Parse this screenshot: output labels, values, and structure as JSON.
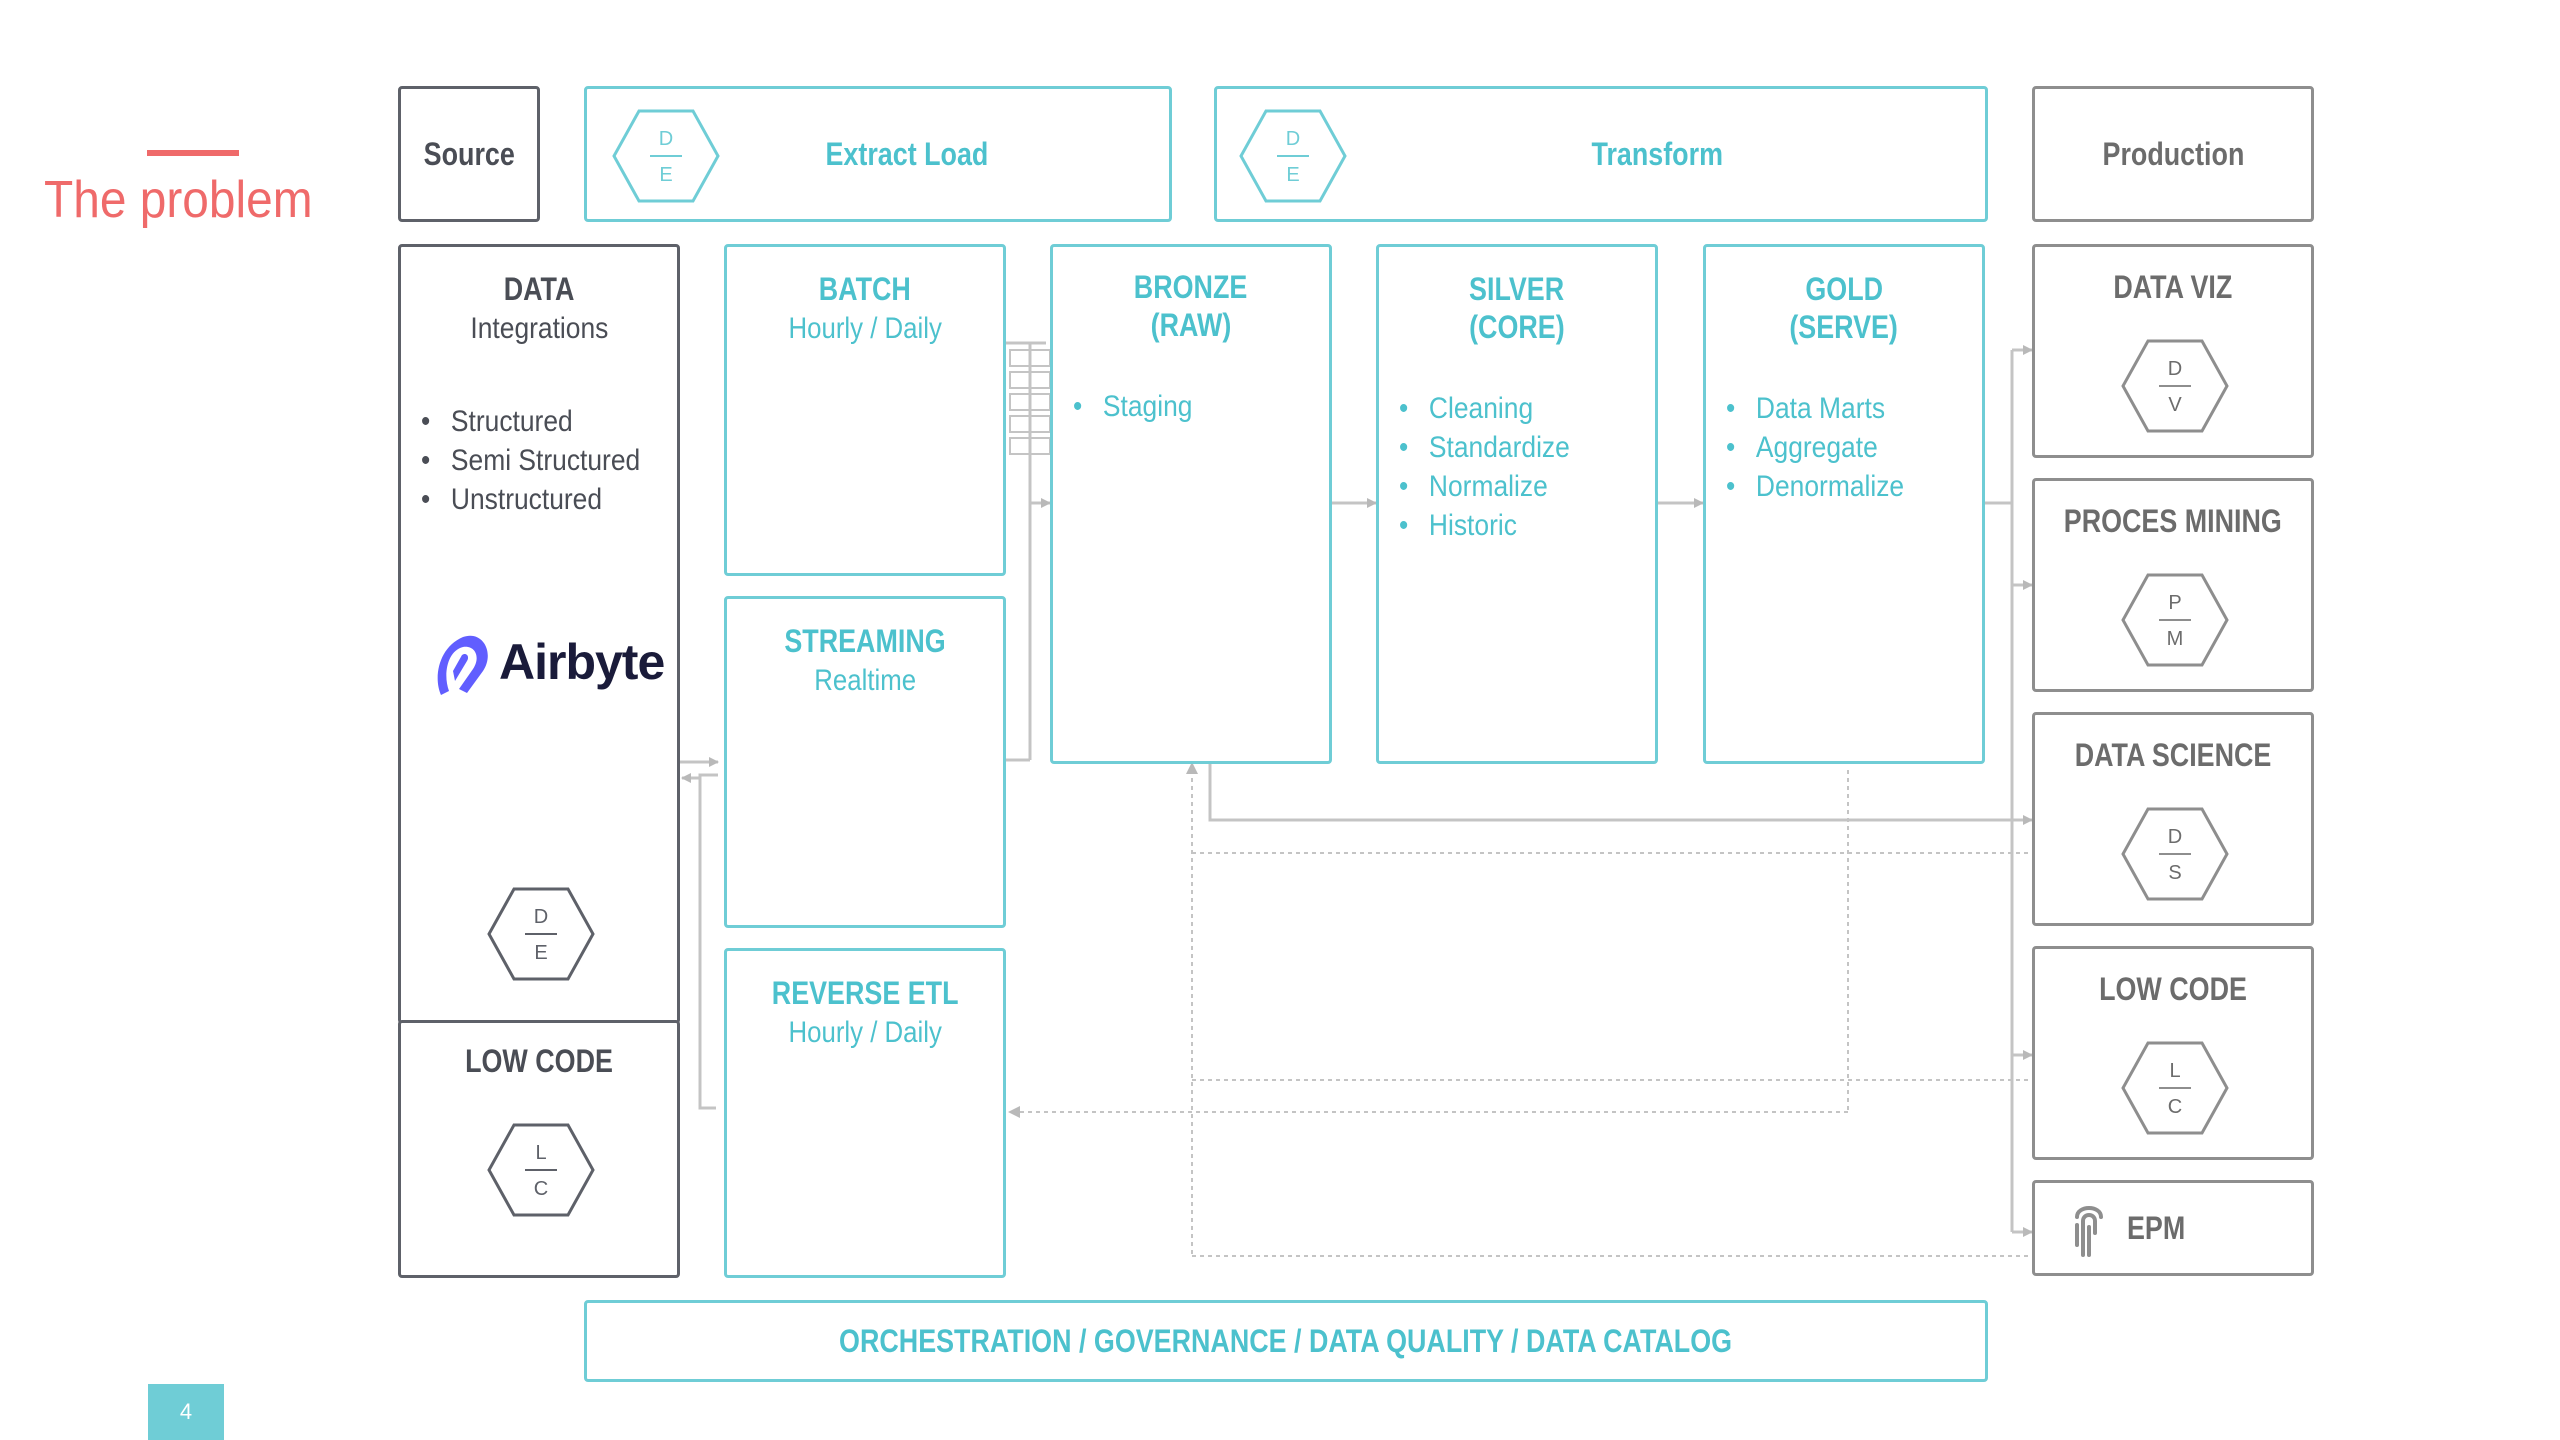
{
  "slide": {
    "title": "The problem",
    "page_number": "4",
    "accent_color": "#ef6a6a",
    "teal_color": "#6fcdd6",
    "dark_color": "#5e6169"
  },
  "header": {
    "source": "Source",
    "extract_load": "Extract Load",
    "transform": "Transform",
    "production": "Production",
    "extract_badge": {
      "top": "D",
      "bottom": "E",
      "icon": "hexagon-badge-icon"
    },
    "transform_badge": {
      "top": "D",
      "bottom": "E",
      "icon": "hexagon-badge-icon"
    }
  },
  "source": {
    "data_title": "DATA",
    "data_subtitle": "Integrations",
    "items": [
      "Structured",
      "Semi Structured",
      "Unstructured"
    ],
    "logo_text": "Airbyte",
    "logo_icon": "airbyte-logo-icon",
    "badge": {
      "top": "D",
      "bottom": "E"
    },
    "low_code_title": "LOW CODE",
    "low_code_badge": {
      "top": "L",
      "bottom": "C"
    }
  },
  "ingest": {
    "batch": {
      "title": "BATCH",
      "subtitle": "Hourly / Daily"
    },
    "streaming": {
      "title": "STREAMING",
      "subtitle": "Realtime"
    },
    "reverse_etl": {
      "title": "REVERSE ETL",
      "subtitle": "Hourly / Daily"
    }
  },
  "layers": {
    "bronze": {
      "title1": "BRONZE",
      "title2": "(RAW)",
      "items": [
        "Staging"
      ]
    },
    "silver": {
      "title1": "SILVER",
      "title2": "(CORE)",
      "items": [
        "Cleaning",
        "Standardize",
        "Normalize",
        "Historic"
      ]
    },
    "gold": {
      "title1": "GOLD",
      "title2": "(SERVE)",
      "items": [
        "Data Marts",
        "Aggregate",
        "Denormalize"
      ]
    }
  },
  "production": {
    "data_viz": {
      "title": "DATA VIZ",
      "badge": {
        "top": "D",
        "bottom": "V"
      }
    },
    "process_mining": {
      "title": "PROCES MINING",
      "badge": {
        "top": "P",
        "bottom": "M"
      }
    },
    "data_science": {
      "title": "DATA SCIENCE",
      "badge": {
        "top": "D",
        "bottom": "S"
      }
    },
    "low_code": {
      "title": "LOW CODE",
      "badge": {
        "top": "L",
        "bottom": "C"
      }
    },
    "epm": {
      "title": "EPM",
      "icon": "epm-logo-icon"
    }
  },
  "footer_bar": "ORCHESTRATION / GOVERNANCE / DATA QUALITY / DATA CATALOG"
}
